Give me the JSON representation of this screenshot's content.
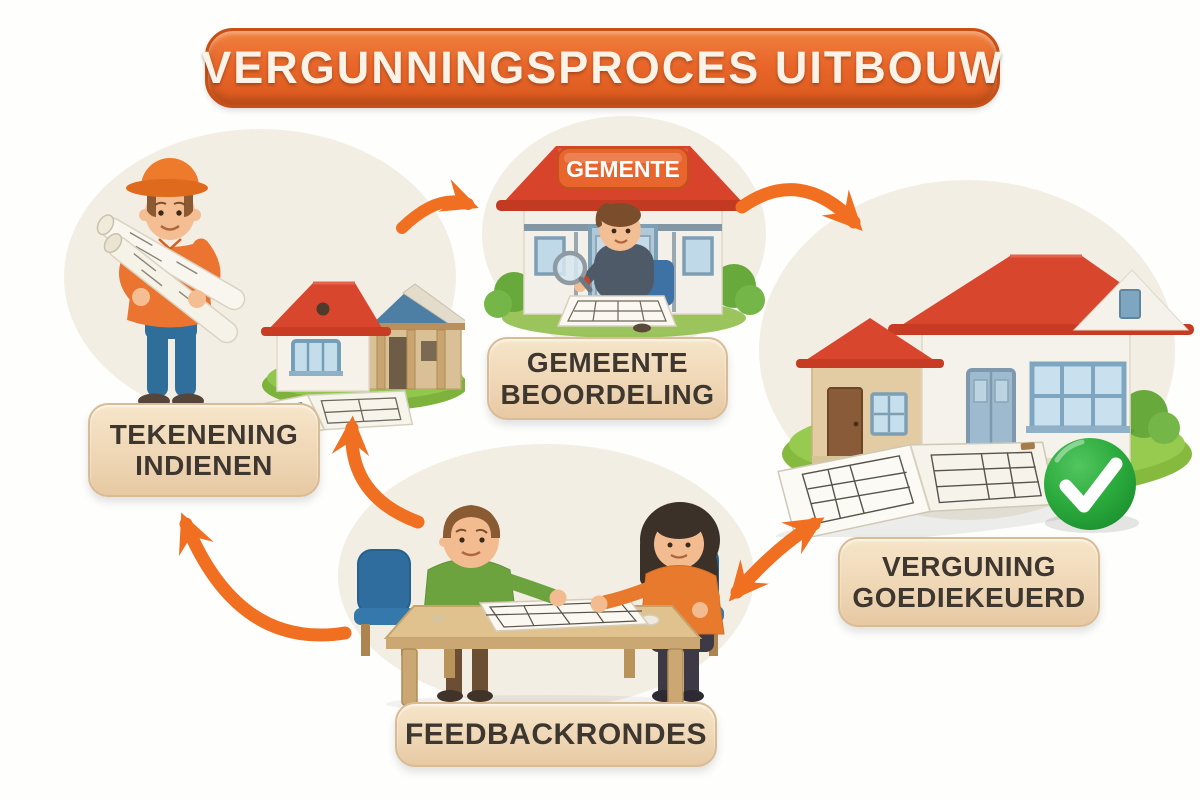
{
  "title": "VERGUNNINGSPROCES UITBOUW",
  "building_sign": "GEMENTE",
  "steps": [
    {
      "id": "tekening-indienen",
      "line1": "TEKENENING",
      "line2": "INDIENEN"
    },
    {
      "id": "gemeente-beoordeling",
      "line1": "GEMEENTE",
      "line2": "BEOORDELING"
    },
    {
      "id": "vergunning-goedgekeurd",
      "line1": "VERGUNING",
      "line2": "GOEDIEKEUERD"
    },
    {
      "id": "feedbackrondes",
      "line1": "FEEDBACKRONDES",
      "line2": ""
    }
  ],
  "icons": {
    "step1_illustration": "worker-with-blueprints-and-house-extension",
    "step2_illustration": "municipal-office-plan-review",
    "step3_illustration": "approved-house-with-floorplans",
    "step4_illustration": "feedback-meeting-at-table",
    "approval_icon": "green-checkmark",
    "flow_arrows": "orange-curved-arrows"
  },
  "colors": {
    "banner_orange": "#e8662a",
    "arrow_orange": "#f06f21",
    "label_tan": "#f0d9ba",
    "label_text": "#3e3730",
    "check_green": "#2baa3c",
    "roof_red": "#d9462e",
    "grass_green": "#8cc043",
    "background": "#fefefd"
  }
}
